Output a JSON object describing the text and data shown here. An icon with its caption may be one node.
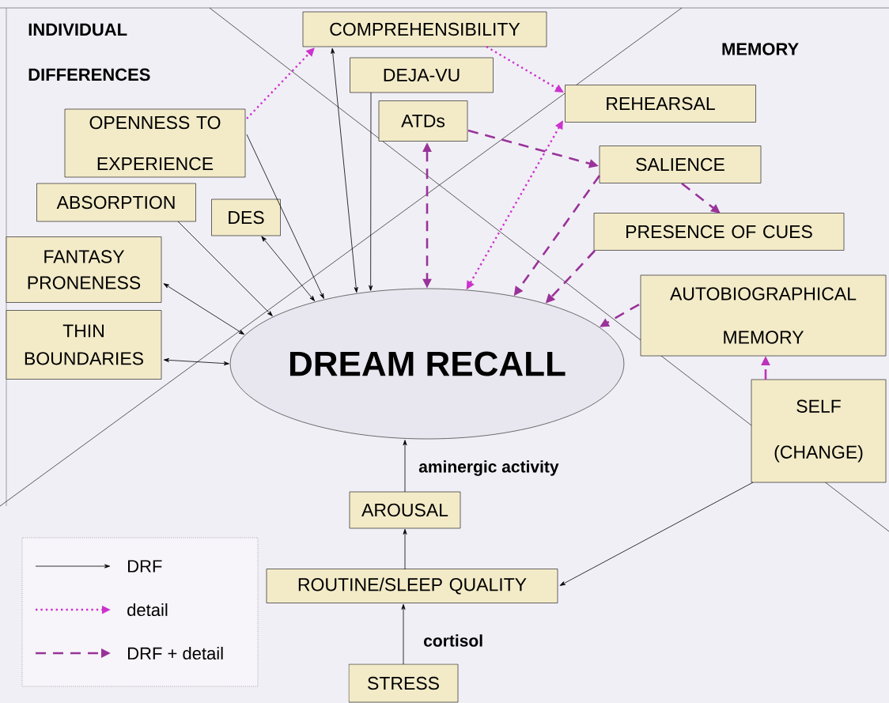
{
  "diagram": {
    "nodes": [
      {
        "text": [
          "COMPREHENSIBILITY"
        ]
      },
      {
        "text": [
          "DEJA-VU"
        ]
      },
      {
        "text": [
          "ATDs"
        ]
      },
      {
        "text": [
          "REHEARSAL"
        ]
      },
      {
        "text": [
          "SALIENCE"
        ]
      },
      {
        "text": [
          "PRESENCE OF CUES"
        ]
      },
      {
        "text": [
          "OPENNESS TO EXPERIENCE"
        ]
      },
      {
        "text": [
          "ABSORPTION"
        ]
      },
      {
        "text": [
          "DES"
        ]
      },
      {
        "text": [
          "FANTASY PRONENESS"
        ]
      },
      {
        "text": [
          "THIN BOUNDARIES"
        ]
      },
      {
        "text": [
          "DREAM RECALL"
        ]
      },
      {
        "text": [
          "AUTOBIOGRAPHICAL MEMORY"
        ]
      },
      {
        "text": [
          "SELF (CHANGE)"
        ]
      },
      {
        "text": [
          "AROUSAL"
        ]
      },
      {
        "text": [
          "ROUTINE/SLEEP QUALITY"
        ]
      },
      {
        "text": [
          "STRESS"
        ]
      }
    ],
    "edges": [
      {
        "from": 6,
        "to": 0,
        "arrow": "to",
        "style": "dashed",
        "color": "#cc33cc"
      },
      {
        "from": 0,
        "to": 3,
        "arrow": "to",
        "style": "dashed",
        "color": "#cc33cc"
      },
      {
        "from": 0,
        "to": 11,
        "arrow": "both"
      },
      {
        "from": 1,
        "to": 11,
        "arrow": "to"
      },
      {
        "from": 6,
        "to": 11,
        "arrow": "to"
      },
      {
        "from": 7,
        "to": 11,
        "arrow": "to"
      },
      {
        "from": 8,
        "to": 11,
        "arrow": "both"
      },
      {
        "from": 9,
        "to": 11,
        "arrow": "both"
      },
      {
        "from": 10,
        "to": 11,
        "arrow": "both"
      },
      {
        "from": 2,
        "to": 11,
        "arrow": "both",
        "style": "dashed",
        "color": "#993399"
      },
      {
        "from": 2,
        "to": 4,
        "arrow": "to",
        "style": "dashed",
        "color": "#993399"
      },
      {
        "from": 11,
        "to": 3,
        "arrow": "both",
        "style": "dashed",
        "color": "#cc33cc"
      },
      {
        "from": 4,
        "to": 11,
        "arrow": "to",
        "style": "dashed",
        "color": "#993399"
      },
      {
        "from": 4,
        "to": 5,
        "arrow": "to",
        "style": "dashed",
        "color": "#993399"
      },
      {
        "from": 5,
        "to": 11,
        "arrow": "to",
        "style": "dashed",
        "color": "#993399"
      },
      {
        "from": 12,
        "to": 11,
        "arrow": "to",
        "style": "dashed",
        "color": "#993399"
      },
      {
        "from": 13,
        "to": 12,
        "arrow": "to",
        "style": "dashed",
        "color": "#bb33bb"
      },
      {
        "from": 13,
        "to": 15,
        "arrow": "to"
      },
      {
        "from": 15,
        "to": 14,
        "arrow": "to"
      },
      {
        "from": 14,
        "to": 11,
        "arrow": "to",
        "label": "aminergic activity"
      },
      {
        "from": 16,
        "to": 15,
        "arrow": "to",
        "label": "cortisol"
      }
    ],
    "labels": [
      "INDIVIDUAL DIFFERENCES",
      "MEMORY"
    ],
    "legend": [
      {
        "text": "DRF"
      },
      {
        "text": "detail"
      },
      {
        "text": "DRF + detail"
      }
    ]
  }
}
